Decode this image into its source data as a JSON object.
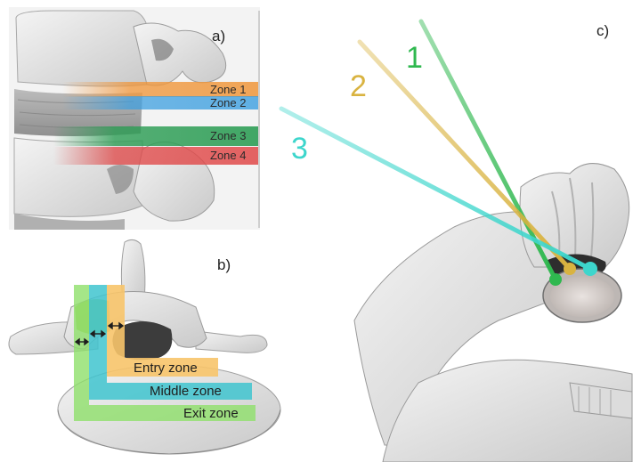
{
  "panels": {
    "a": "a)",
    "b": "b)",
    "c": "c)"
  },
  "panel_a": {
    "zones": [
      {
        "label": "Zone 1",
        "color": "#f0963a"
      },
      {
        "label": "Zone 2",
        "color": "#3a9ee0"
      },
      {
        "label": "Zone 3",
        "color": "#2e9e56"
      },
      {
        "label": "Zone 4",
        "color": "#e04848"
      }
    ]
  },
  "panel_b": {
    "bands": [
      {
        "label": "Entry zone",
        "color": "#f7c46a"
      },
      {
        "label": "Middle zone",
        "color": "#3fc4cf"
      },
      {
        "label": "Exit zone",
        "color": "#8fe06a"
      }
    ]
  },
  "panel_c": {
    "trajectories": [
      {
        "label": "1",
        "color": "#2fb84f"
      },
      {
        "label": "2",
        "color": "#d9b340"
      },
      {
        "label": "3",
        "color": "#3dd6cc"
      }
    ]
  }
}
